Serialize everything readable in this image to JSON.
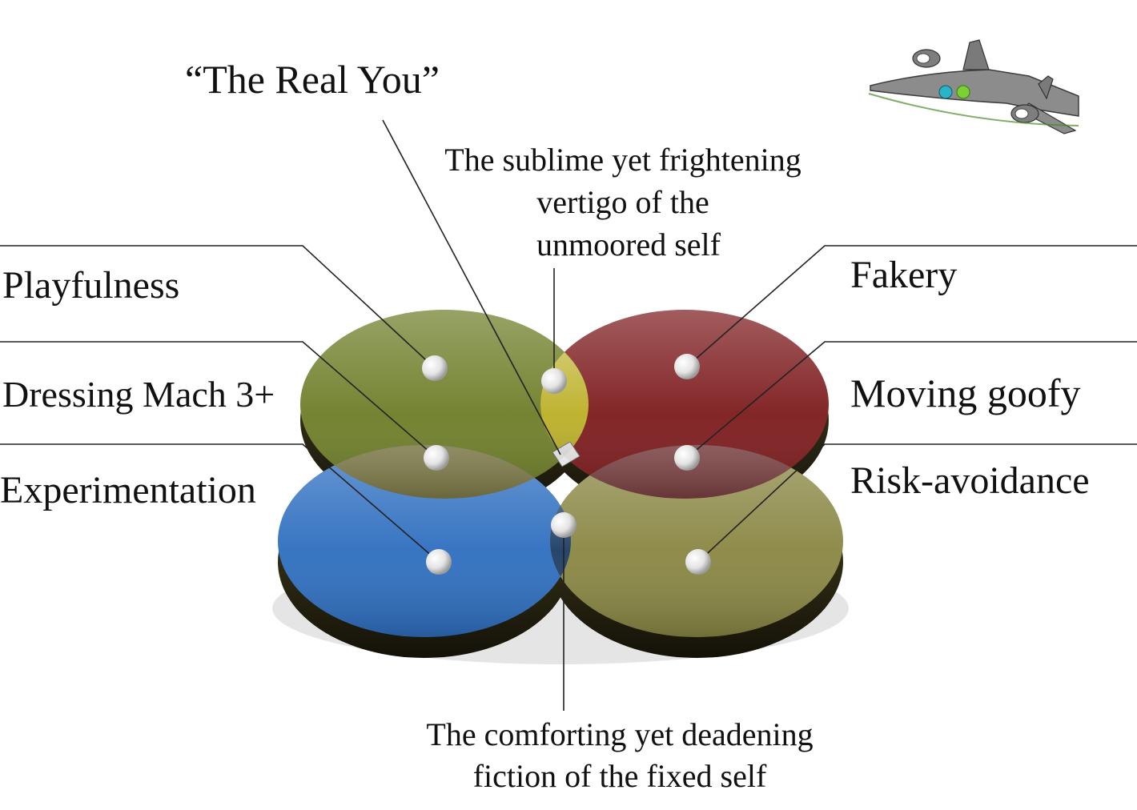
{
  "title": "“The Real You”",
  "top_label": [
    "The sublime yet frightening",
    "vertigo of the",
    "unmoored self"
  ],
  "bottom_label": [
    "The comforting yet deadening",
    "fiction of the fixed self"
  ],
  "left_labels": {
    "playfulness": "Playfulness",
    "dressing": "Dressing Mach 3+",
    "experimentation": "Experimentation"
  },
  "right_labels": {
    "fakery": "Fakery",
    "moving_goofy": "Moving goofy",
    "risk_avoidance": "Risk-avoidance"
  },
  "colors": {
    "green": "#6f7f2a",
    "red": "#7e1d1f",
    "blue": "#2f6fc0",
    "olive": "#8a8744",
    "yellow_overlap": "#b9ad1e",
    "dark_olive_overlap": "#5f5a1c",
    "dark_red_overlap": "#5a1214",
    "navy_overlap": "#15355e",
    "rim": "#2e2a12"
  },
  "decor": {
    "jet_icon": "sr71-jet-icon"
  }
}
